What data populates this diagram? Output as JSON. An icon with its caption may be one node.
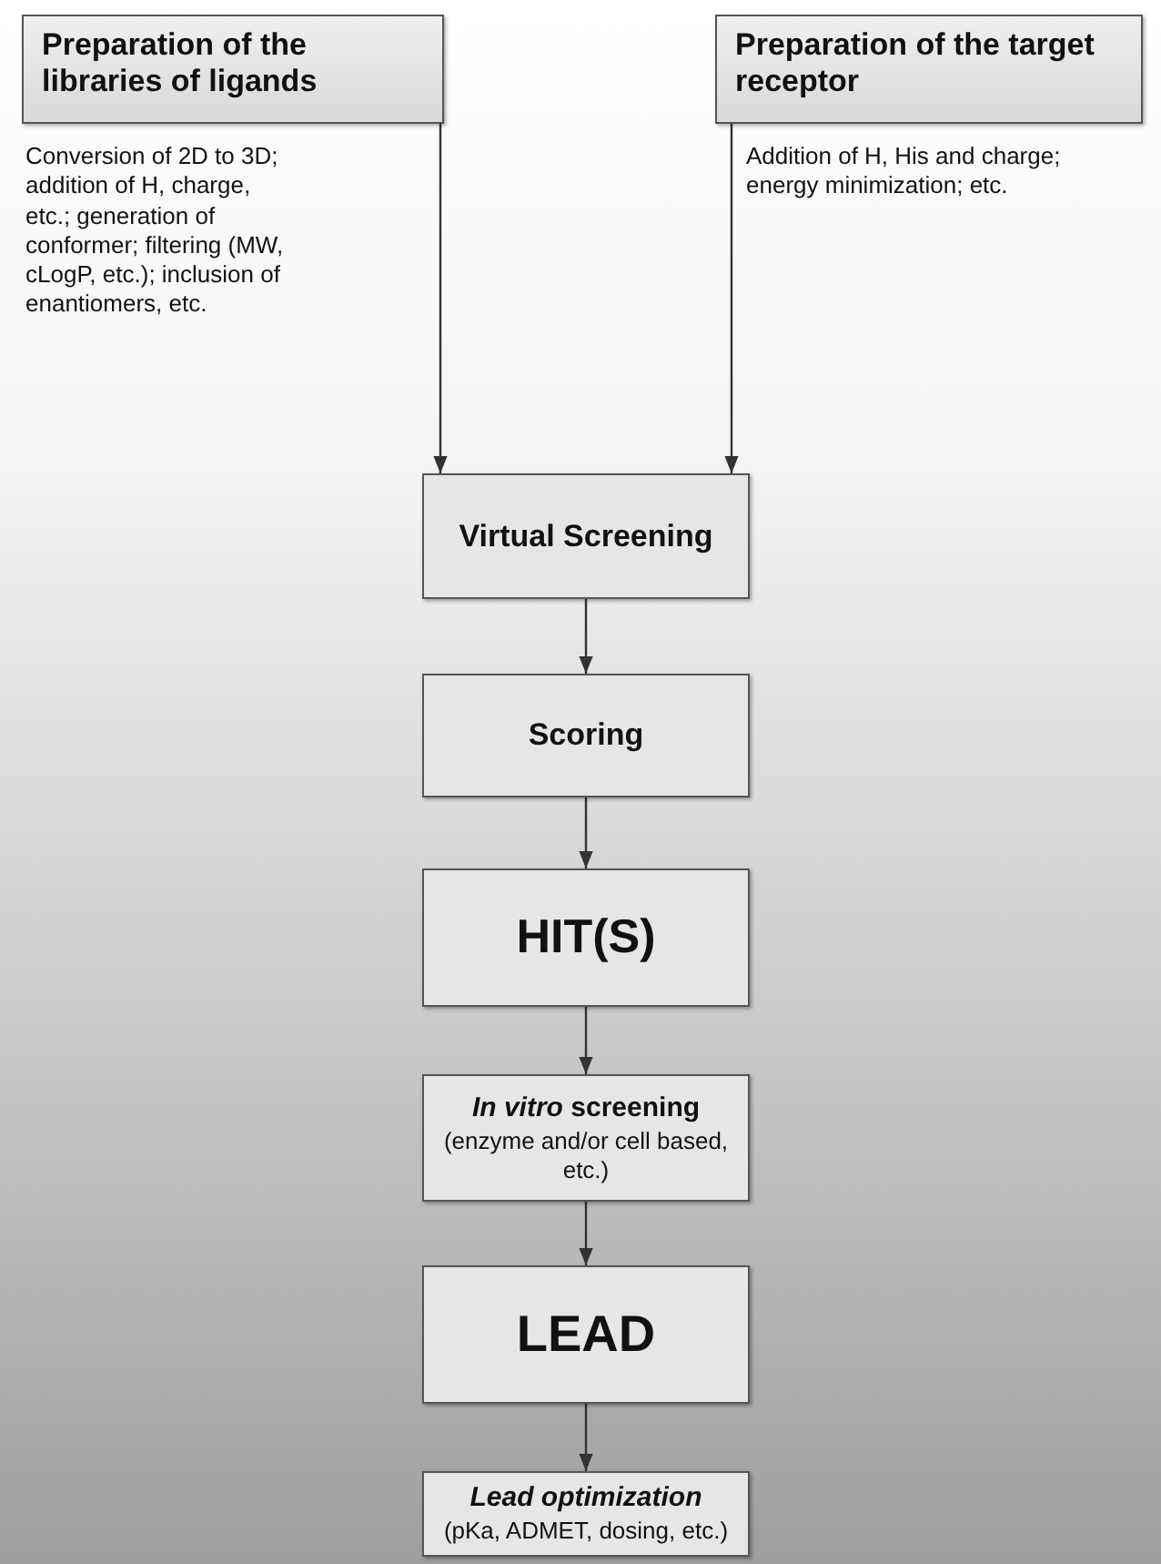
{
  "diagram": {
    "nodes": [
      {
        "text": [
          "Preparation of the libraries of ligands"
        ],
        "beside": [
          "Conversion of 2D to 3D; addition of H, charge, etc.; generation of conformer; filtering (MW, cLogP, etc.); inclusion of enantiomers, etc."
        ]
      },
      {
        "text": [
          "Preparation of the target receptor"
        ],
        "beside": [
          "Addition of H, His and charge; energy minimization; etc."
        ]
      },
      {
        "text": [
          "Virtual Screening"
        ]
      },
      {
        "text": [
          "Scoring"
        ]
      },
      {
        "text": [
          "HIT(S)"
        ]
      },
      {
        "text": [
          "*In vitro* screening",
          "(enzyme and/or cell based, etc.)"
        ]
      },
      {
        "text": [
          "LEAD"
        ]
      },
      {
        "text": [
          "Lead optimization",
          "(pKa, ADMET, dosing, etc.)"
        ]
      }
    ],
    "edges": [
      {
        "from": 0,
        "to": 2,
        "arrow": "to"
      },
      {
        "from": 1,
        "to": 2,
        "arrow": "to"
      },
      {
        "from": 2,
        "to": 3,
        "arrow": "to"
      },
      {
        "from": 3,
        "to": 4,
        "arrow": "to"
      },
      {
        "from": 4,
        "to": 5,
        "arrow": "to"
      },
      {
        "from": 5,
        "to": 6,
        "arrow": "to"
      },
      {
        "from": 6,
        "to": 7,
        "arrow": "to"
      }
    ]
  }
}
